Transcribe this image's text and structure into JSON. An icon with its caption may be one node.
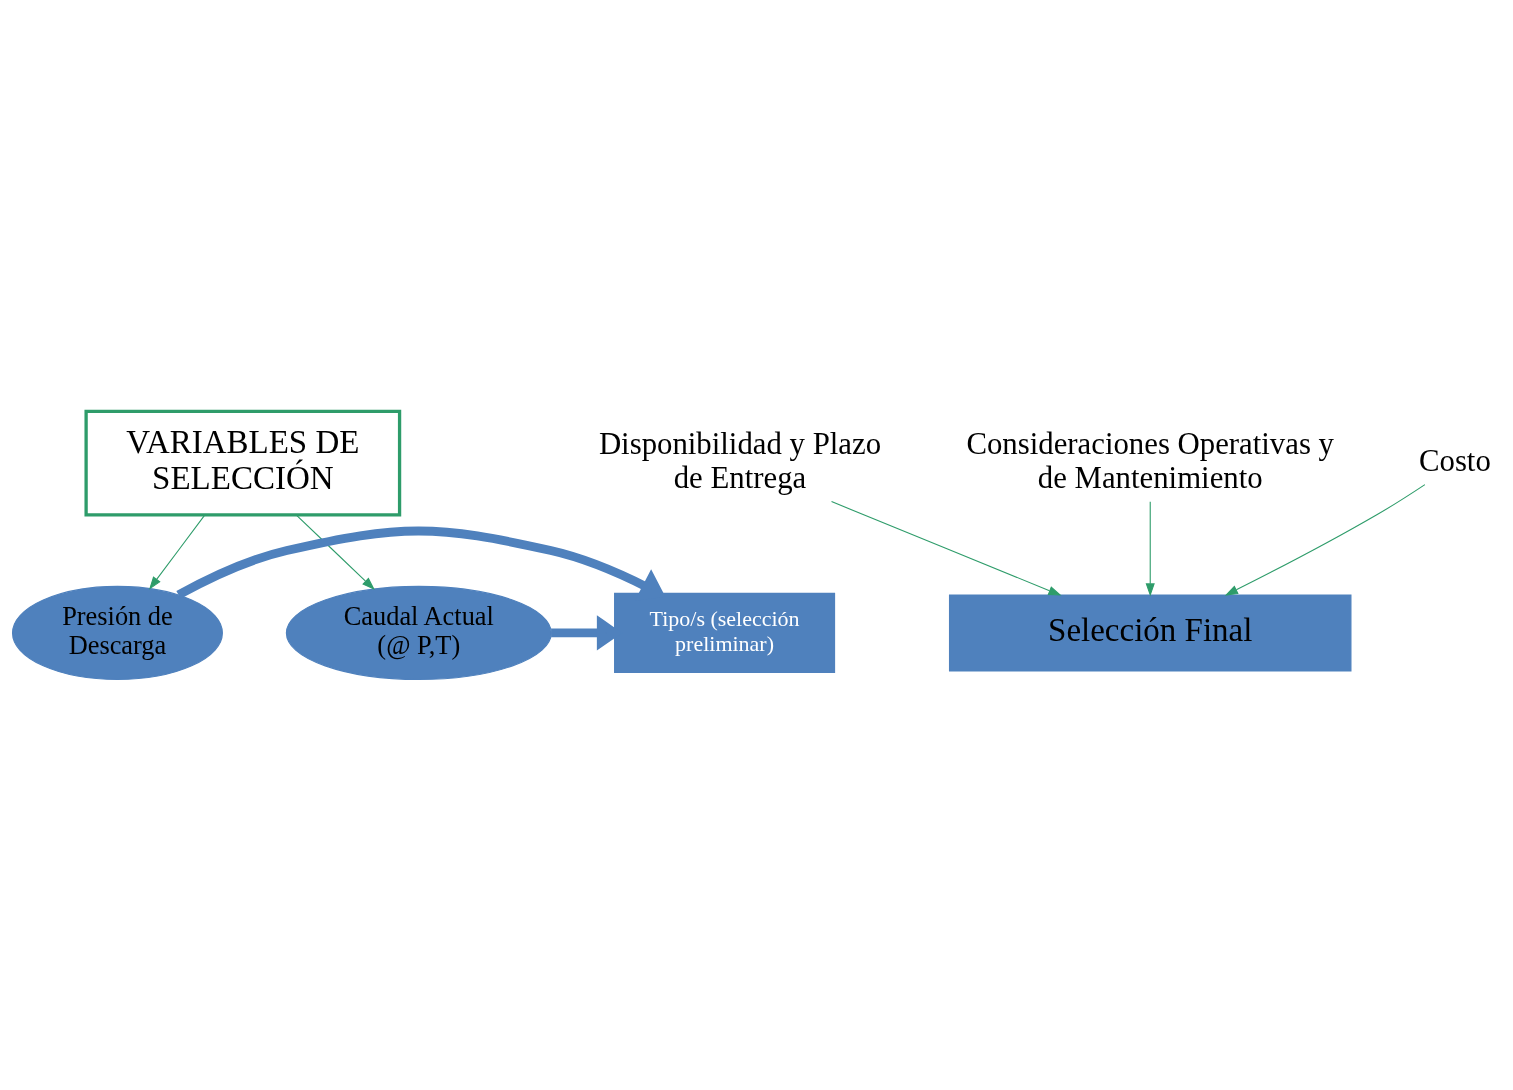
{
  "diagram": {
    "nodes": [
      {
        "text": [
          "VARIABLES DE SELECCIÓN"
        ]
      },
      {
        "text": [
          "Presión de Descarga"
        ]
      },
      {
        "text": [
          "Tipo/s (selección preliminar)"
        ]
      },
      {
        "text": [
          "Caudal Actual (@ P,T)"
        ]
      },
      {
        "text": [
          "Disponibilidad y Plazo de Entrega"
        ]
      },
      {
        "text": [
          "Consideraciones Operativas y de Mantenimiento"
        ]
      },
      {
        "text": [
          "Costo"
        ]
      },
      {
        "text": [
          "Selección Final"
        ]
      }
    ],
    "edges": [
      {
        "from": 0,
        "to": 1,
        "arrow": "to"
      },
      {
        "from": 0,
        "to": 3,
        "arrow": "to"
      },
      {
        "from": 1,
        "to": 2,
        "arrow": "to",
        "style": "thick",
        "color": "#4f81bd"
      },
      {
        "from": 3,
        "to": 2,
        "arrow": "to",
        "style": "thick",
        "color": "#4f81bd"
      },
      {
        "from": 4,
        "to": 7,
        "arrow": "to"
      },
      {
        "from": 5,
        "to": 7,
        "arrow": "to"
      },
      {
        "from": 6,
        "to": 7,
        "arrow": "to"
      }
    ]
  }
}
